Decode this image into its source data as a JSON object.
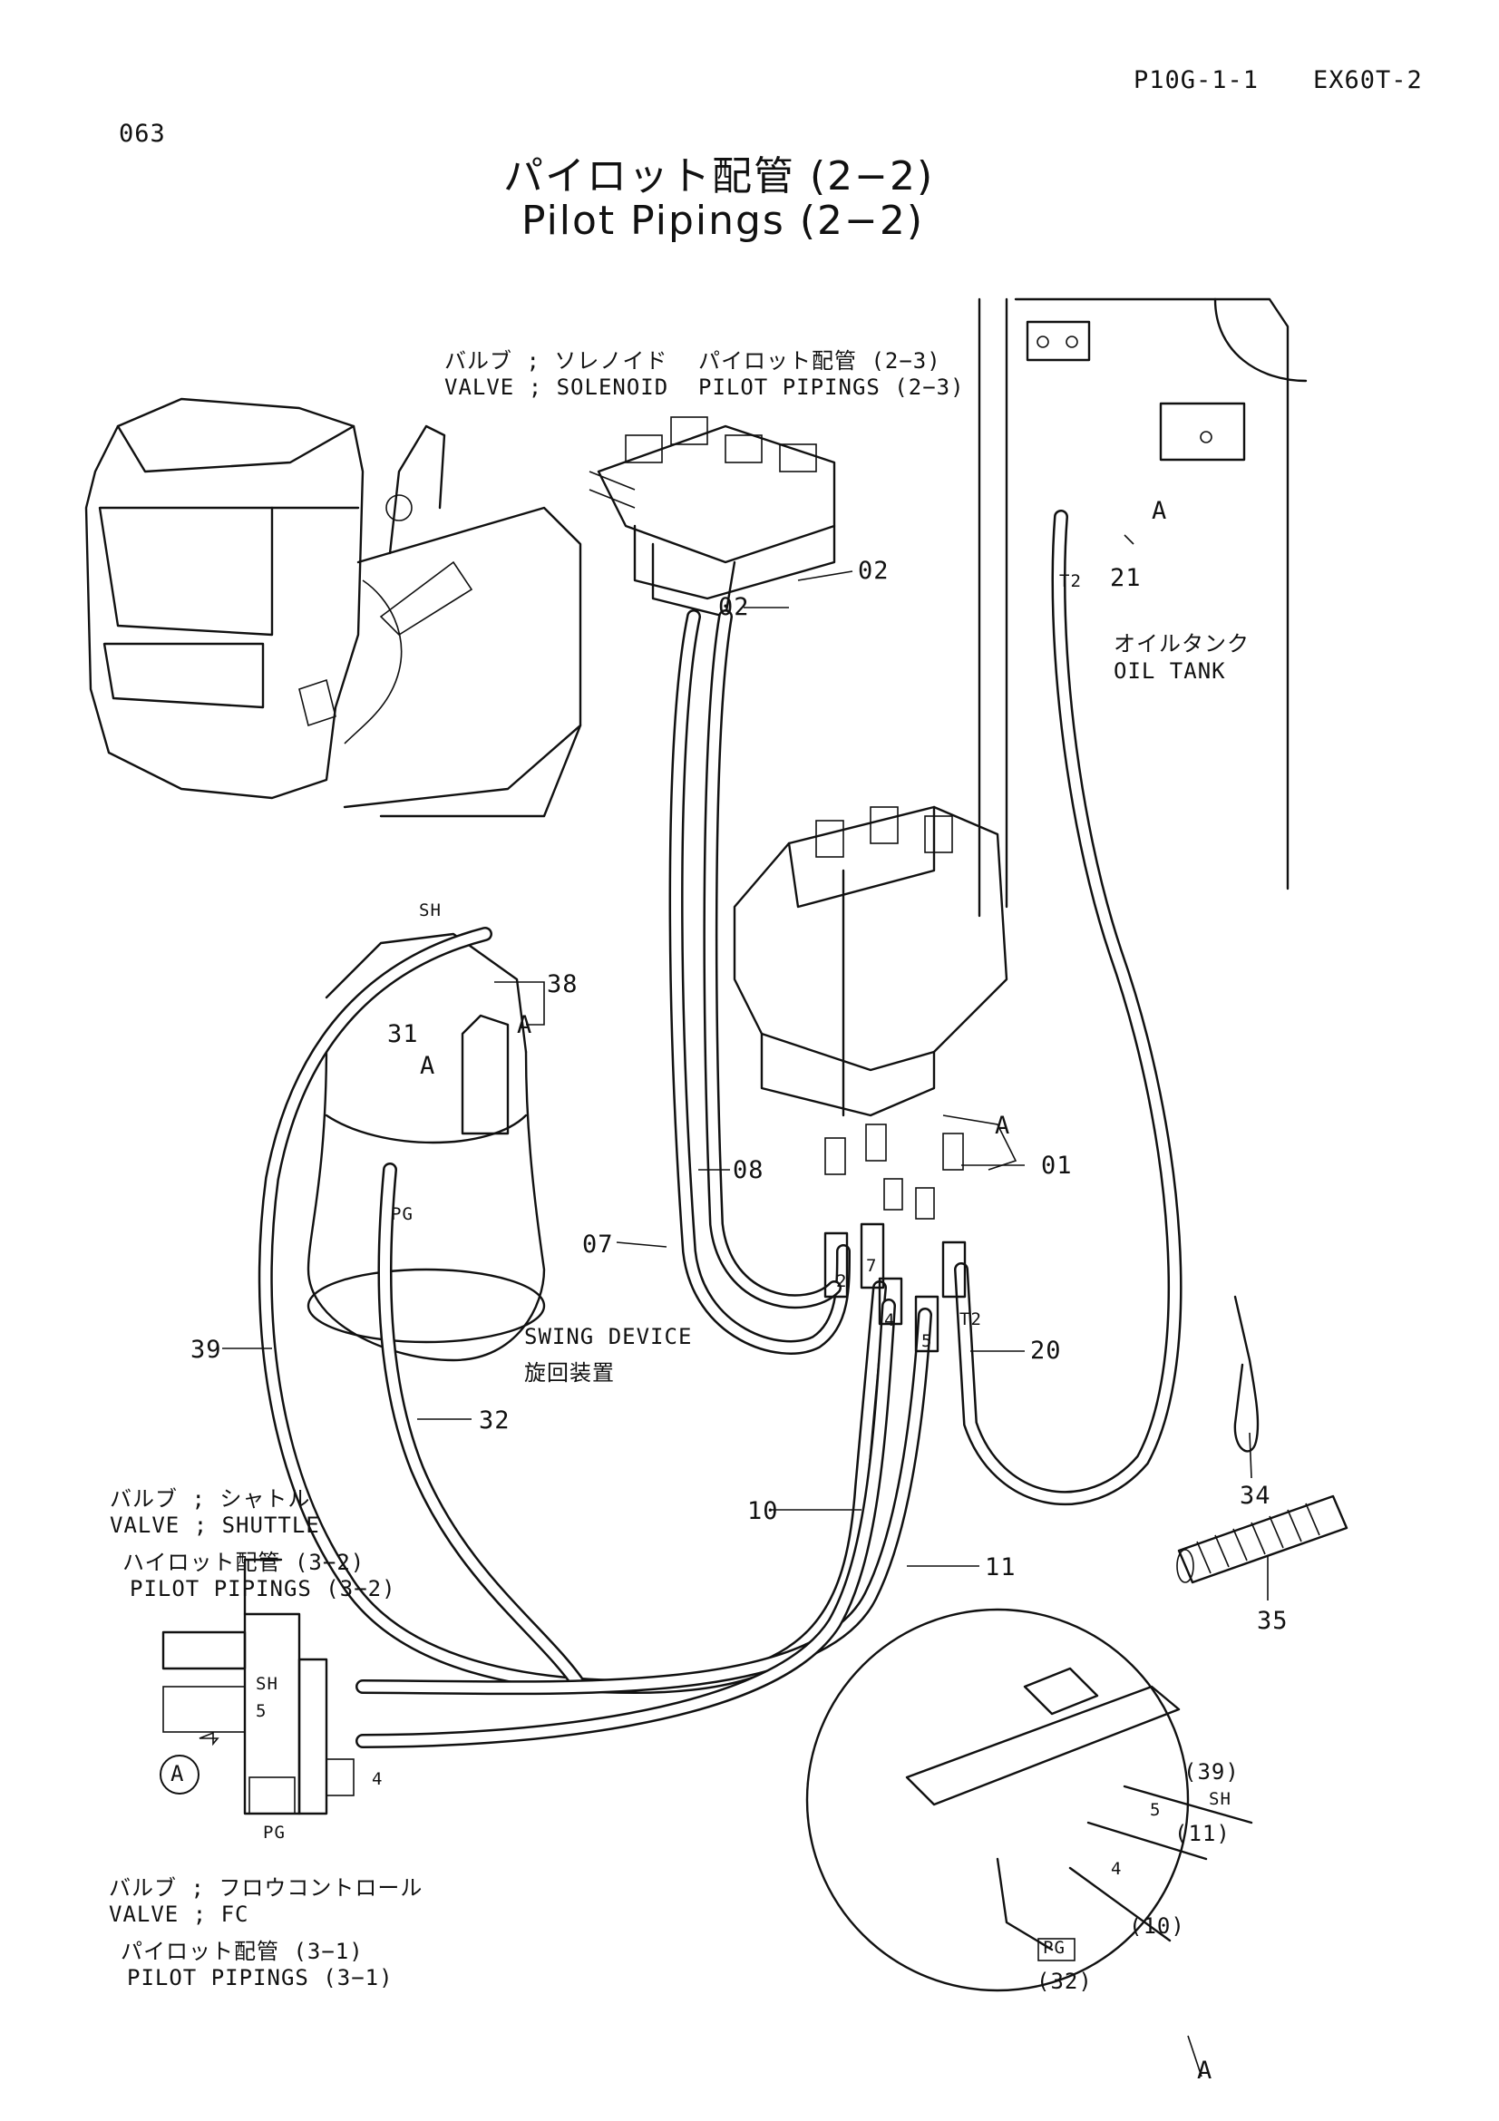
{
  "header": {
    "page_code": "P10G-1-1",
    "model": "EX60T-2",
    "page_number": "063"
  },
  "title": {
    "japanese": "パイロット配管 (2−2)",
    "english": "Pilot Pipings (2−2)"
  },
  "labels": {
    "solenoid_valve_jp": "バルブ ; ソレノイド",
    "solenoid_valve_en": "VALVE ; SOLENOID",
    "pilot_2_3_jp": "パイロット配管 (2−3)",
    "pilot_2_3_en": "PILOT PIPINGS (2−3)",
    "oil_tank_jp": "オイルタンク",
    "oil_tank_en": "OIL TANK",
    "swing_device_en": "SWING DEVICE",
    "swing_device_jp": "旋回装置",
    "shuttle_valve_jp": "バルブ ; シャトル",
    "shuttle_valve_en": "VALVE ; SHUTTLE",
    "pilot_3_2_jp": "ハイロット配管 (3−2)",
    "pilot_3_2_en": "PILOT PIPINGS (3−2)",
    "fc_valve_jp": "バルブ ; フロウコントロール",
    "fc_valve_en": "VALVE ; FC",
    "pilot_3_1_jp": "パイロット配管 (3−1)",
    "pilot_3_1_en": "PILOT PIPINGS (3−1)",
    "port_sh": "SH",
    "port_pg": "PG",
    "port_t2": "T2",
    "detail_a": "A"
  },
  "callouts": {
    "p01": "01",
    "p02a": "02",
    "p02b": "02",
    "p07": "07",
    "p08": "08",
    "p10": "10",
    "p11": "11",
    "p20": "20",
    "p21": "21",
    "p31": "31",
    "p32": "32",
    "p34": "34",
    "p35": "35",
    "p38": "38",
    "p39": "39"
  },
  "detail_callouts": {
    "c39": "(39)",
    "c11": "(11)",
    "c10": "(10)",
    "c32": "(32)"
  },
  "markers": {
    "a1": "A",
    "a2": "A",
    "a3": "A",
    "a4": "A",
    "a_pointer": "A"
  },
  "tags": {
    "t2": "2",
    "t7": "7",
    "t4": "4",
    "t5": "5",
    "t5b": "5",
    "t4b": "4",
    "t5c": "5",
    "t4c": "4"
  }
}
